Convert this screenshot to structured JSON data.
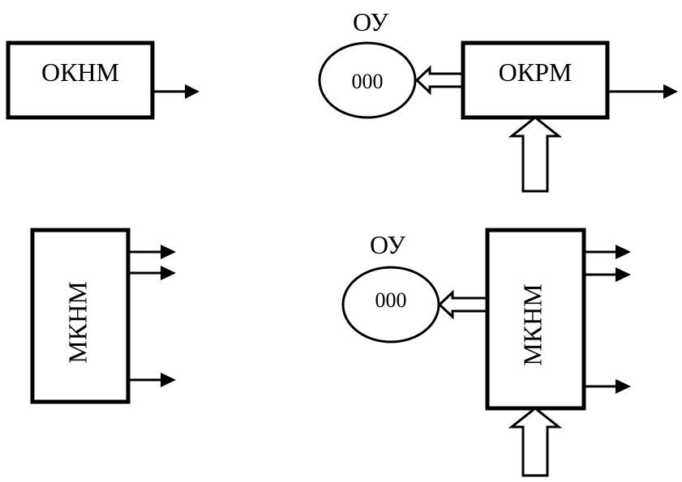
{
  "diagram": {
    "okhm_label": "ОКНМ",
    "okrm_label": "ОКРМ",
    "mkhm_left_label": "МКНМ",
    "mkhm_right_label": "МКНМ",
    "ou_top_caption": "ОУ",
    "ou_top_value": "000",
    "ou_bottom_caption": "ОУ",
    "ou_bottom_value": "000"
  }
}
